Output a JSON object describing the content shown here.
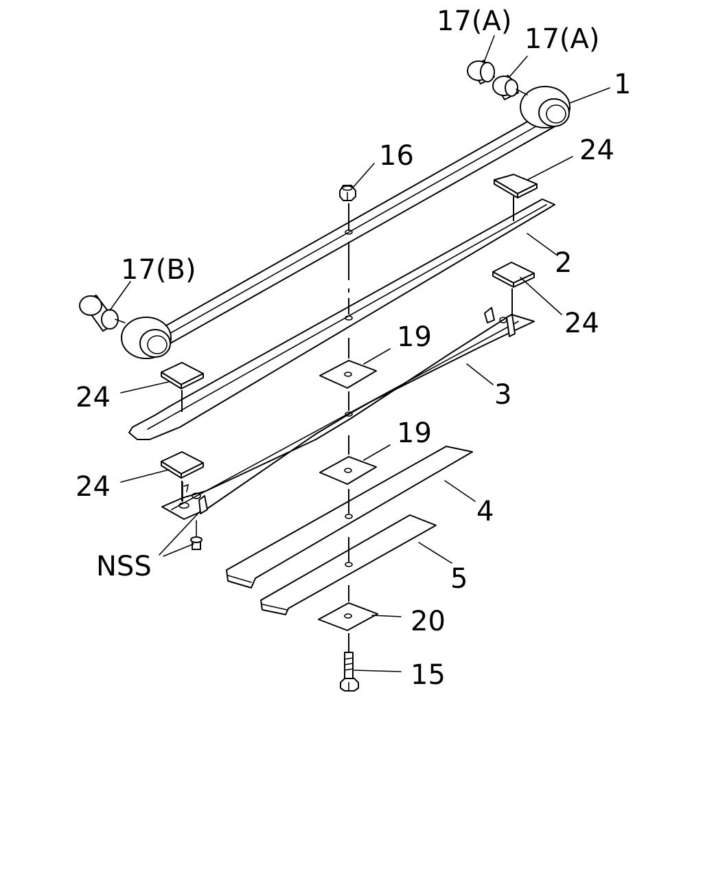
{
  "callouts": {
    "c17a_left": "17(A)",
    "c17a_right": "17(A)",
    "c1": "1",
    "c24_top": "24",
    "c16": "16",
    "c2": "2",
    "c17b": "17(B)",
    "c24_mid_right": "24",
    "c19_upper": "19",
    "c3": "3",
    "c24_mid_left": "24",
    "c19_lower": "19",
    "c24_lower_left": "24",
    "c4": "4",
    "cNSS": "NSS",
    "c5": "5",
    "c20": "20",
    "c15": "15"
  },
  "colors": {
    "line": "#000000",
    "background": "#ffffff"
  }
}
